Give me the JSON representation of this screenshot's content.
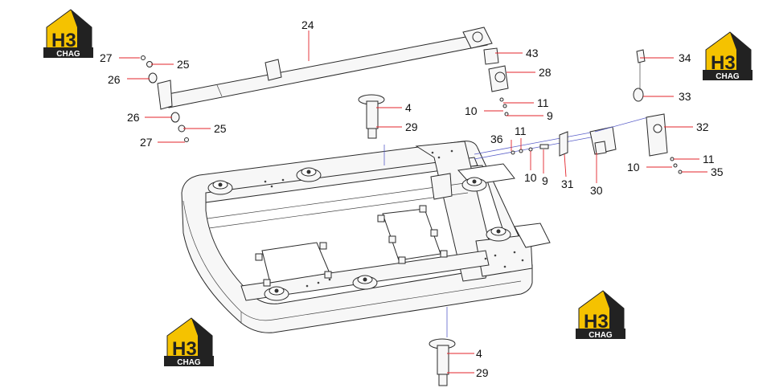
{
  "logo": {
    "brand": "H3",
    "caption": "CHAG",
    "color_gold": "#f5c200",
    "color_dark": "#222222"
  },
  "callouts": [
    {
      "id": "c24",
      "text": "24"
    },
    {
      "id": "c27a",
      "text": "27"
    },
    {
      "id": "c25a",
      "text": "25"
    },
    {
      "id": "c26a",
      "text": "26"
    },
    {
      "id": "c26b",
      "text": "26"
    },
    {
      "id": "c25b",
      "text": "25"
    },
    {
      "id": "c27b",
      "text": "27"
    },
    {
      "id": "c43",
      "text": "43"
    },
    {
      "id": "c28",
      "text": "28"
    },
    {
      "id": "c11a",
      "text": "11"
    },
    {
      "id": "c10a",
      "text": "10"
    },
    {
      "id": "c9a",
      "text": "9"
    },
    {
      "id": "c4a",
      "text": "4"
    },
    {
      "id": "c29a",
      "text": "29"
    },
    {
      "id": "c36",
      "text": "36"
    },
    {
      "id": "c11b",
      "text": "11"
    },
    {
      "id": "c10b",
      "text": "10"
    },
    {
      "id": "c9b",
      "text": "9"
    },
    {
      "id": "c31",
      "text": "31"
    },
    {
      "id": "c30",
      "text": "30"
    },
    {
      "id": "c34",
      "text": "34"
    },
    {
      "id": "c33",
      "text": "33"
    },
    {
      "id": "c32",
      "text": "32"
    },
    {
      "id": "c11c",
      "text": "11"
    },
    {
      "id": "c10c",
      "text": "10"
    },
    {
      "id": "c35",
      "text": "35"
    },
    {
      "id": "c4b",
      "text": "4"
    },
    {
      "id": "c29b",
      "text": "29"
    }
  ],
  "colors": {
    "leader": "#e3242b",
    "axis": "#5a5fc9",
    "outline": "#2a2a2a"
  }
}
